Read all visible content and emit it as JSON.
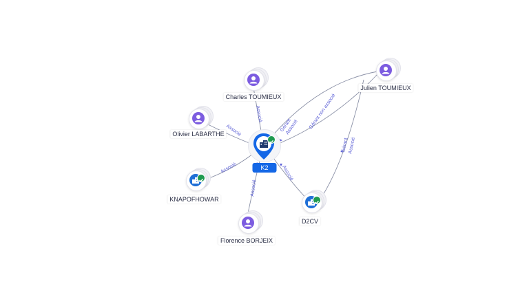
{
  "center": {
    "name": "K2",
    "kind": "company",
    "verified": true
  },
  "nodes": [
    {
      "id": "charles",
      "name": "Charles TOUMIEUX",
      "kind": "person"
    },
    {
      "id": "olivier",
      "name": "Olivier LABARTHE",
      "kind": "person"
    },
    {
      "id": "julien",
      "name": "Julien TOUMIEUX",
      "kind": "person"
    },
    {
      "id": "knapof",
      "name": "KNAPOFHOWAR",
      "kind": "company",
      "verified": true
    },
    {
      "id": "florence",
      "name": "Florence BORJEIX",
      "kind": "person"
    },
    {
      "id": "d2cv",
      "name": "D2CV",
      "kind": "company",
      "verified": true
    }
  ],
  "edges": [
    {
      "id": "e-charles",
      "label": "Associé"
    },
    {
      "id": "e-olivier",
      "label": "Associé"
    },
    {
      "id": "e-julien-gerant",
      "label": "Gérant"
    },
    {
      "id": "e-julien-associe",
      "label": "Associé"
    },
    {
      "id": "e-julien-gnonassocie",
      "label": "Gérant non associé"
    },
    {
      "id": "e-knapof",
      "label": "Associé"
    },
    {
      "id": "e-florence",
      "label": "Associé"
    },
    {
      "id": "e-d2cv",
      "label": "Associé"
    },
    {
      "id": "e-julien-d2cv-gerant",
      "label": "Gérant"
    },
    {
      "id": "e-julien-d2cv-associe",
      "label": "Associé"
    }
  ],
  "colors": {
    "person": "#7c5ce0",
    "company": "#1f6fd6",
    "verified": "#1e9a4f",
    "center_label": "#1467e6",
    "edge": "#8a90a6",
    "edge_label": "#5b5fd6"
  },
  "icons": {
    "person": "person-icon",
    "company": "building-icon",
    "verified": "check-icon",
    "pin": "map-pin-icon"
  }
}
